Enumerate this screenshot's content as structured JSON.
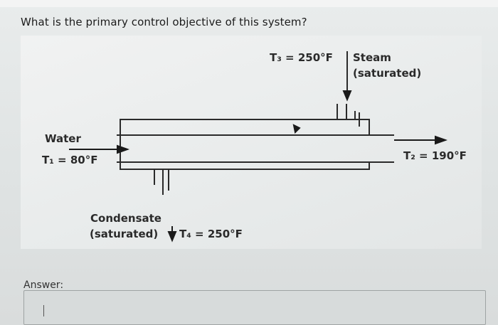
{
  "question": {
    "text": "What is the primary control objective of this system?"
  },
  "diagram": {
    "water_label": "Water",
    "t1_label": "T₁ = 80°F",
    "t2_label": "T₂ = 190°F",
    "t3_label": "T₃ = 250°F",
    "steam_line1": "Steam",
    "steam_line2": "(saturated)",
    "condensate_line1": "Condensate",
    "condensate_line2": "(saturated)",
    "t4_label": "T₄ = 250°F"
  },
  "answer": {
    "label": "Answer:",
    "value": ""
  }
}
